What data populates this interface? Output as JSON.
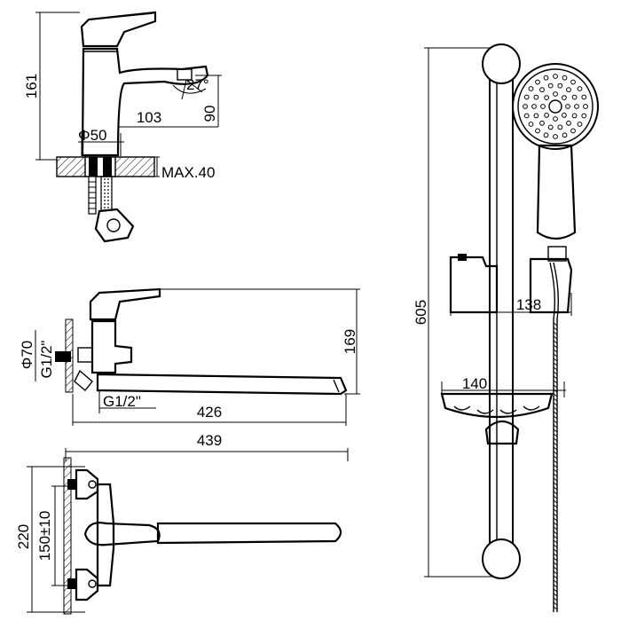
{
  "faucet_side_view": {
    "height": "161",
    "spout_reach": "103",
    "spout_height": "90",
    "swing_angle": "27°",
    "base_diameter": "Φ50",
    "max_counter_thickness": "MAX.40"
  },
  "wall_mixer_side_view": {
    "escutcheon_diameter": "Φ70",
    "inlet_thread": "G1/2\"",
    "outlet_thread": "G1/2\"",
    "height": "169",
    "spout_reach": "426"
  },
  "wall_mixer_top_view": {
    "overall_length": "439",
    "height": "220",
    "center_distance": "150±10"
  },
  "shower_set": {
    "rail_height": "605",
    "holder_depth": "138",
    "soap_dish_depth": "140"
  }
}
